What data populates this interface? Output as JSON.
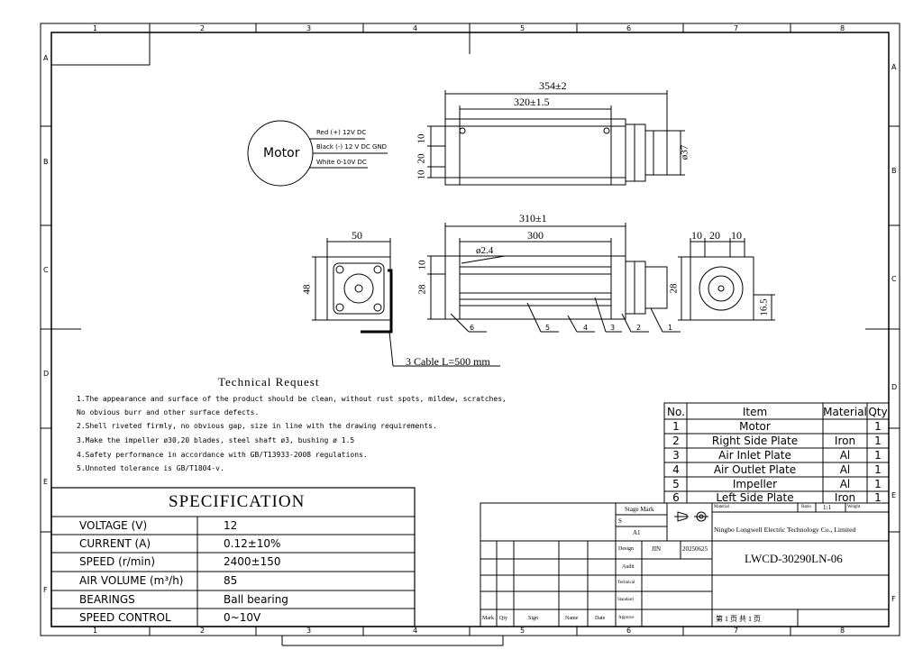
{
  "frame": {
    "cols": [
      "1",
      "2",
      "3",
      "4",
      "5",
      "6",
      "7",
      "8"
    ],
    "rows": [
      "A",
      "B",
      "C",
      "D",
      "E",
      "F"
    ]
  },
  "motor": {
    "label": "Motor",
    "wires": [
      "Red (+) 12V DC",
      "Black (-) 12 V DC GND",
      "White 0-10V DC"
    ]
  },
  "dims": {
    "top_total": "354±2",
    "top_inner": "320±1.5",
    "top_v1": "10",
    "top_v2": "20",
    "top_v3": "10",
    "top_dia": "ø37",
    "front_total": "310±1",
    "front_inner": "300",
    "front_hole": "ø2.4",
    "front_h1": "10",
    "front_h2": "28",
    "side_w": "50",
    "side_h": "48",
    "right_a": "10",
    "right_b": "20",
    "right_c": "10",
    "right_h": "28",
    "right_h2": "16.5",
    "cable": "3 Cable L=500 mm"
  },
  "balloons": [
    "6",
    "5",
    "4",
    "3",
    "2",
    "1"
  ],
  "request": {
    "title": "Technical Request",
    "lines": [
      "1.The appearance and surface of the product should be clean, without rust spots, mildew, scratches,",
      "  No obvious burr and other surface defects.",
      "2.Shell riveted firmly, no obvious gap, size in line with the drawing requirements.",
      "3.Make the impeller ø30,20 blades, steel shaft ø3, bushing ø 1.5",
      "4.Safety performance in accordance with GB/T13933-2008 regulations.",
      "5.Unnoted tolerance is GB/T1804-v."
    ]
  },
  "spec": {
    "title": "SPECIFICATION",
    "rows": [
      {
        "label": "VOLTAGE (V)",
        "value": "12"
      },
      {
        "label": "CURRENT  (A)",
        "value": "0.12±10%"
      },
      {
        "label": "SPEED  (r/min)",
        "value": "2400±150"
      },
      {
        "label": "AIR  VOLUME  (m³/h)",
        "value": "85"
      },
      {
        "label": "BEARINGS",
        "value": "Ball bearing"
      },
      {
        "label": "SPEED CONTROL",
        "value": "0~10V"
      }
    ]
  },
  "bom": {
    "headers": [
      "No.",
      "Item",
      "Material",
      "Qty"
    ],
    "rows": [
      {
        "no": "1",
        "item": "Motor",
        "material": "",
        "qty": "1"
      },
      {
        "no": "2",
        "item": "Right Side Plate",
        "material": "Iron",
        "qty": "1"
      },
      {
        "no": "3",
        "item": "Air Inlet Plate",
        "material": "Al",
        "qty": "1"
      },
      {
        "no": "4",
        "item": "Air Outlet Plate",
        "material": "Al",
        "qty": "1"
      },
      {
        "no": "5",
        "item": "Impeller",
        "material": "Al",
        "qty": "1"
      },
      {
        "no": "6",
        "item": "Left Side Plate",
        "material": "Iron",
        "qty": "1"
      }
    ]
  },
  "titleblock": {
    "stage_mark": "Stage Mark",
    "s": "S",
    "a1": "A1",
    "material": "Material",
    "ratio_lbl": "Ratio",
    "ratio": "1:1",
    "weight": "Weight",
    "company": "Ningbo Longwell Electric Technology  Co., Limited",
    "design": "Design",
    "designer": "JIN",
    "date": "20250625",
    "audit": "Audit",
    "technical": "Technical",
    "standard": "Standard",
    "approve": "Approve",
    "part_no": "LWCD-30290LN-06",
    "sheet": "第 1 页   共 1 页",
    "footer": [
      "Mark",
      "Qty",
      "Sign",
      "Name",
      "Date"
    ]
  },
  "colors": {
    "line": "#000000",
    "paper": "#ffffff"
  }
}
